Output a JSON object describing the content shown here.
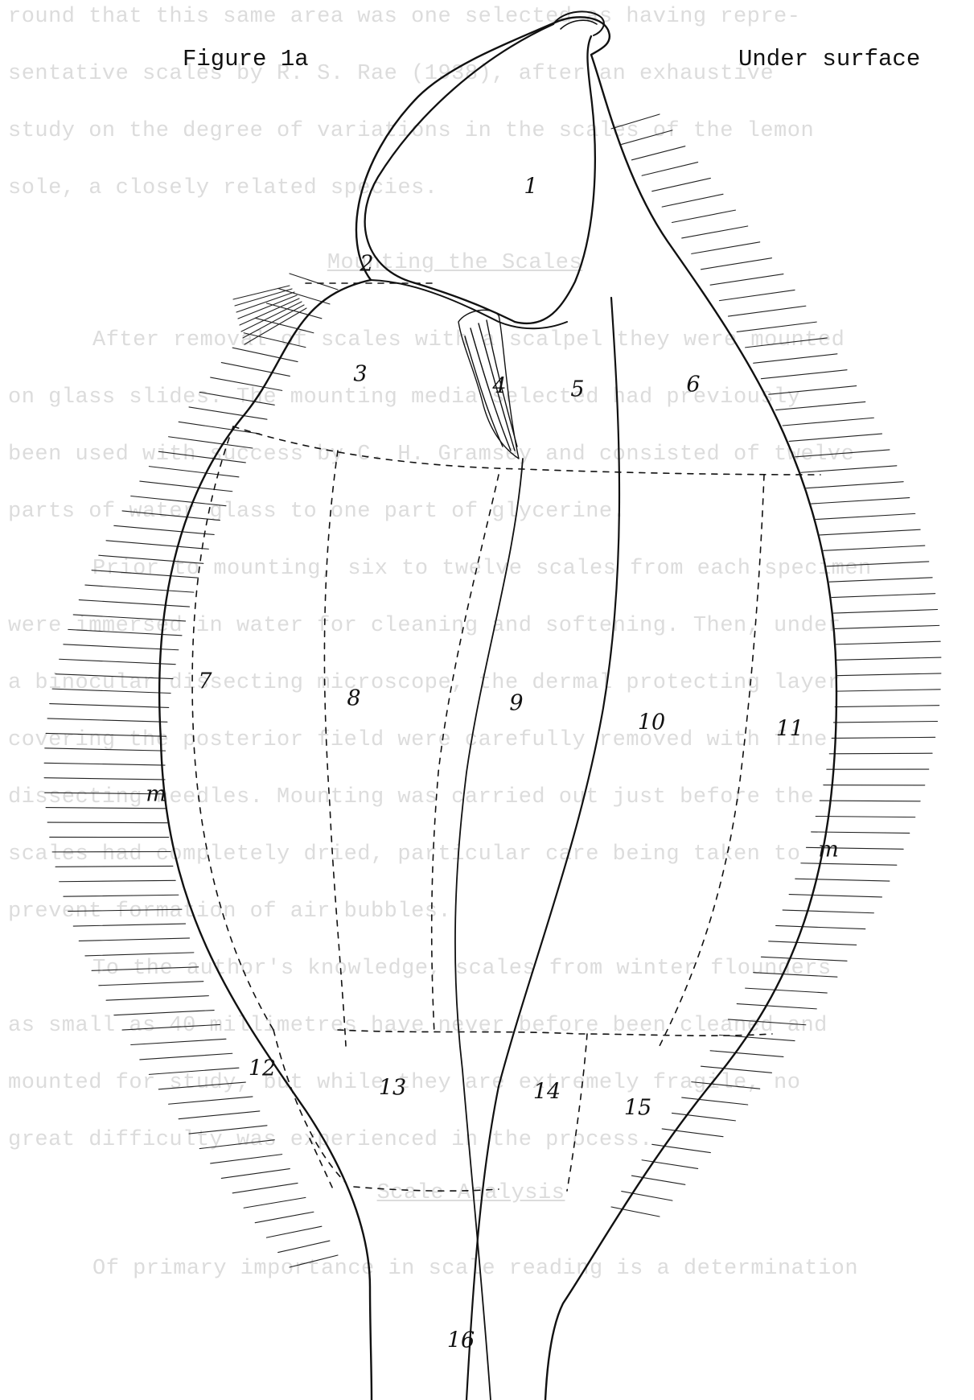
{
  "background_text": {
    "lines": [
      "round that this same area was one selected as having repre-",
      "sentative scales by R. S. Rae (1938), after an exhaustive",
      "study on the degree of variations in the scales of the lemon",
      "sole, a closely related species.",
      "Mounting the Scales",
      "After removal of scales with a scalpel they were mounted",
      "on glass slides.  The mounting media selected had previously",
      "been used with success by C. H. Gramsey and consisted of twelve",
      "parts of water glass to one part of glycerine.",
      "Prior to mounting, six to twelve scales from each specimen",
      "were immersed in water for cleaning and softening.  Then, under",
      "a binocular dissecting microscope, the dermal protecting layer",
      "covering the posterior field were carefully removed with fine",
      "dissecting needles.  Mounting was carried out just before the",
      "scales had completely dried, particular care being taken to",
      "prevent formation of air bubbles.",
      "To the author's knowledge, scales from winter flounders",
      "as small as 40 millimetres have never before been cleaned and",
      "mounted for study, but while they are extremely fragile, no",
      "great difficulty was experienced in the process.",
      "Scale Analysis",
      "Of primary importance in scale reading is a determination"
    ]
  },
  "figure": {
    "title": "Figure 1a",
    "surface_label": "Under surface",
    "region_labels": [
      "1",
      "2",
      "3",
      "4",
      "5",
      "6",
      "7",
      "8",
      "9",
      "10",
      "11",
      "12",
      "13",
      "14",
      "15",
      "16"
    ],
    "lateral_marks": [
      "m",
      "m"
    ]
  }
}
